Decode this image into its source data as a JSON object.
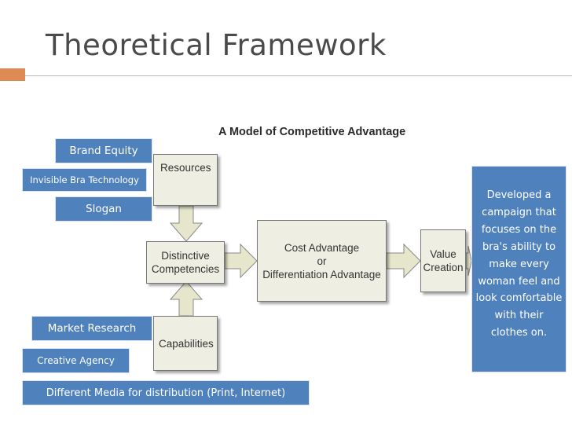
{
  "slide": {
    "title": "Theoretical Framework"
  },
  "diagram": {
    "title": "A Model of Competitive Advantage",
    "resources": "Resources",
    "capabilities": "Capabilities",
    "distinctive_line1": "Distinctive",
    "distinctive_line2": "Competencies",
    "advantage_line1": "Cost Advantage",
    "advantage_line2": "or",
    "advantage_line3": "Differentiation Advantage",
    "value_line1": "Value",
    "value_line2": "Creation"
  },
  "labels": {
    "brand_equity": "Brand Equity",
    "invisible_bra": "Invisible Bra Technology",
    "slogan": "Slogan",
    "market_research": "Market Research",
    "creative_agency": "Creative Agency",
    "media": "Different Media for distribution (Print, Internet)"
  },
  "description": {
    "text": "Developed a campaign that focuses on the bra's ability to make every woman feel and look comfortable with their clothes on."
  },
  "colors": {
    "accent": "#dd8a55",
    "label_blue": "#4f81bd",
    "box_fill": "#eeeee2",
    "arrow_fill": "#e6e6cc"
  }
}
